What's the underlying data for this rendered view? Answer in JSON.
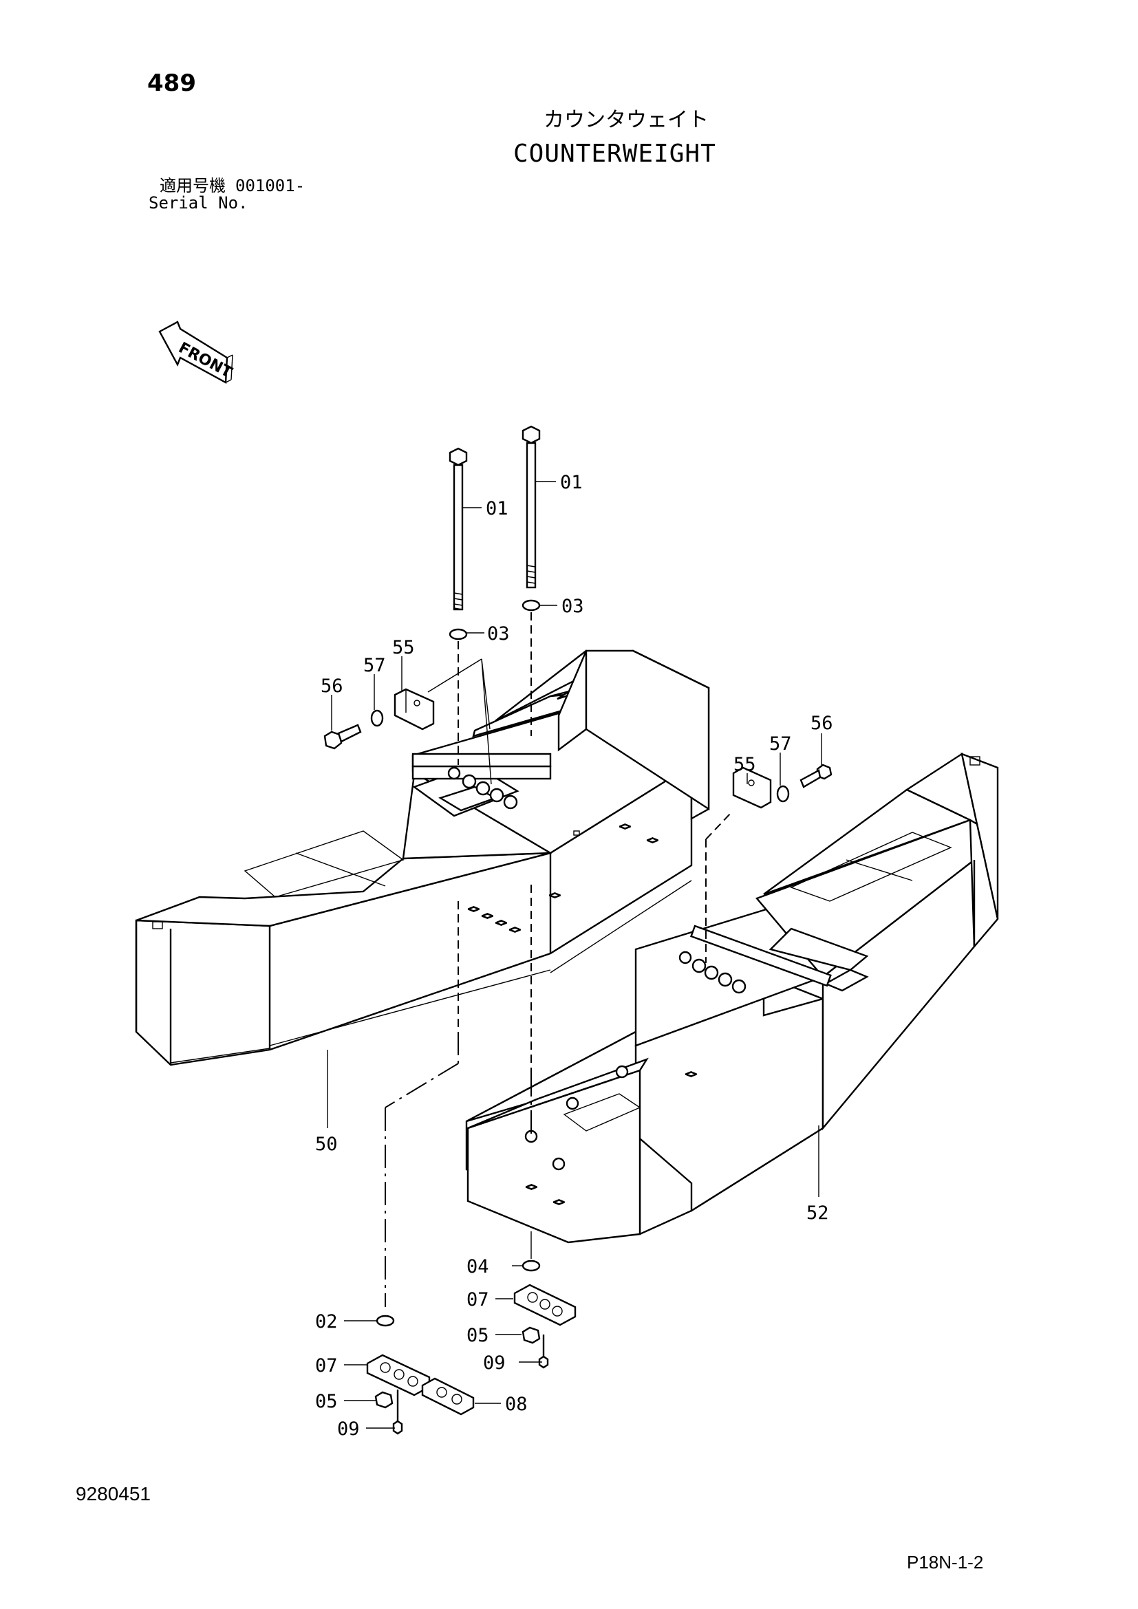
{
  "header": {
    "page_number": "489",
    "title_jp": "カウンタウェイト",
    "title_en": "COUNTERWEIGHT",
    "serial_label_jp": "適用号機",
    "serial_range": "001001-",
    "serial_label_en": "Serial No."
  },
  "front_arrow_label": "FRONT",
  "callouts": {
    "bolt_left": "01",
    "bolt_right": "01",
    "washer_left": "03",
    "washer_right": "03",
    "bolt_56_left": "56",
    "washer_57_left": "57",
    "plate_55_left": "55",
    "bolt_56_right": "56",
    "washer_57_right": "57",
    "plate_55_right": "55",
    "weight_left": "50",
    "weight_right": "52",
    "washer_04": "04",
    "plate_07_right": "07",
    "nut_05_right": "05",
    "screw_09_right": "09",
    "washer_02": "02",
    "plate_07_left": "07",
    "nut_05_left": "05",
    "screw_09_left": "09",
    "plate_08": "08"
  },
  "footer": {
    "document_number": "9280451",
    "figure_code": "P18N-1-2"
  }
}
